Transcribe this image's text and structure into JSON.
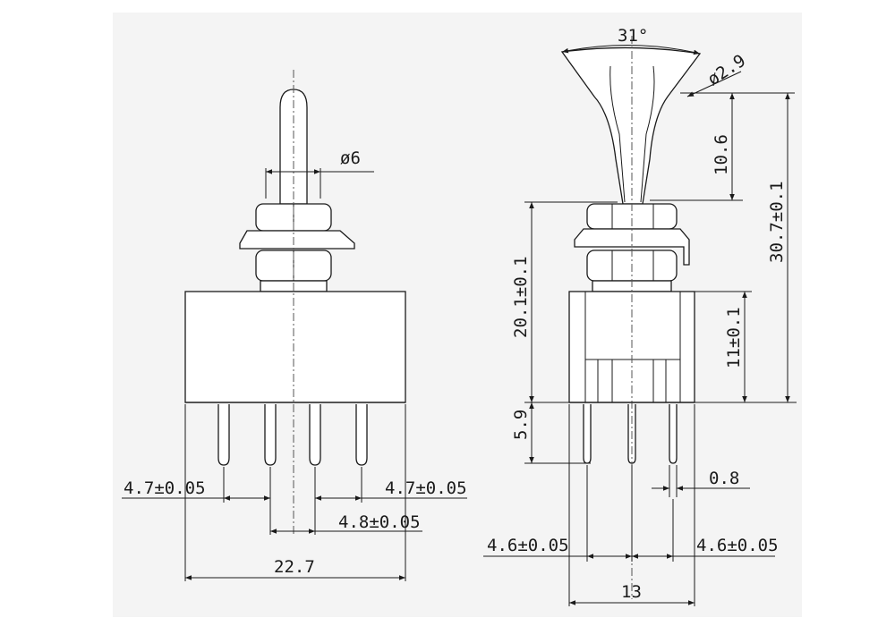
{
  "views": {
    "front": {
      "dimensions": {
        "lever_diameter": "ø6",
        "pin_pitch_left": "4.7±0.05",
        "pin_pitch_right": "4.7±0.05",
        "pin_pitch_center": "4.8±0.05",
        "body_width": "22.7"
      }
    },
    "side": {
      "dimensions": {
        "lever_angle": "31°",
        "lever_tip_diameter": "ø2.9",
        "lever_height": "10.6",
        "overall_height": "30.7±0.1",
        "bushing_height": "20.1±0.1",
        "body_height": "11±0.1",
        "pin_length": "5.9",
        "pin_width": "0.8",
        "pin_pitch_left": "4.6±0.05",
        "pin_pitch_right": "4.6±0.05",
        "body_width": "13"
      }
    }
  }
}
